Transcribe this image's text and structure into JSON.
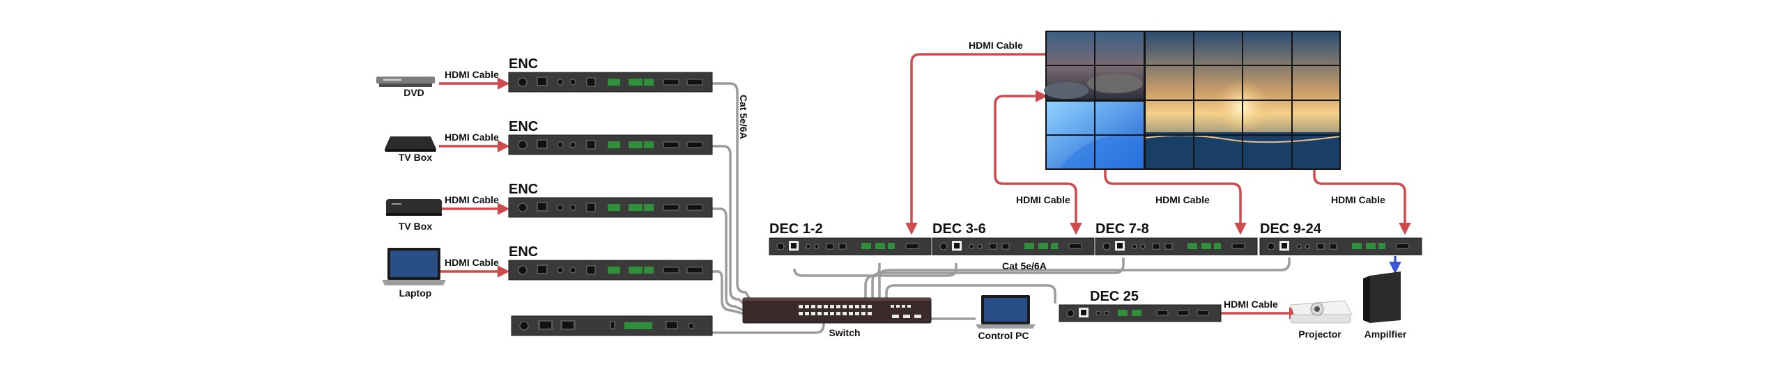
{
  "labels": {
    "enc": "ENC",
    "hdmi_cable": "HDMI Cable",
    "cat": "Cat 5e/6A",
    "cat_mid": "Cat  5e/6A",
    "dec_1_2": "DEC 1-2",
    "dec_3_6": "DEC 3-6",
    "dec_7_8": "DEC 7-8",
    "dec_9_24": "DEC 9-24",
    "dec_25": "DEC 25",
    "switch": "Switch",
    "control_pc": "Control PC",
    "projector": "Projector",
    "amplifier": "Ampilfier"
  },
  "sources": [
    {
      "name": "DVD",
      "icon": "dvd-player-icon"
    },
    {
      "name": "TV Box",
      "icon": "tv-box-icon"
    },
    {
      "name": "TV Box",
      "icon": "tv-box-icon"
    },
    {
      "name": "Laptop",
      "icon": "laptop-icon"
    }
  ],
  "colors": {
    "hdmi_line": "#cf4a4c",
    "cat_line": "#9c9c9c",
    "audio_line": "#3b55d9",
    "device_body": "#3a3a3a",
    "terminal_green": "#2f8f3a"
  },
  "icons": [
    "dvd-player-icon",
    "tv-box-icon",
    "laptop-icon",
    "network-switch-icon",
    "projector-icon",
    "speaker-icon",
    "video-wall-icon"
  ]
}
